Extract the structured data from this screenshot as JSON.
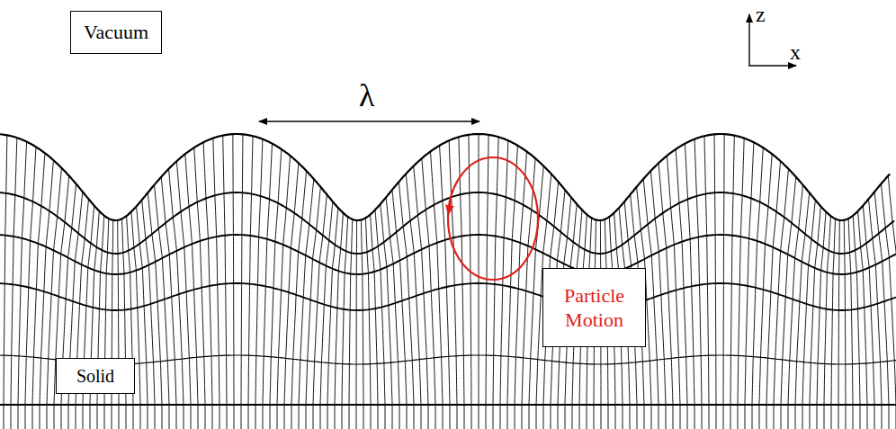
{
  "diagram": {
    "nodes": [
      {
        "text": [
          "Vacuum"
        ]
      },
      {
        "text": [
          "Particle Motion"
        ]
      },
      {
        "text": [
          "Solid"
        ]
      }
    ],
    "labels": [
      "λ",
      "z",
      "x"
    ]
  }
}
